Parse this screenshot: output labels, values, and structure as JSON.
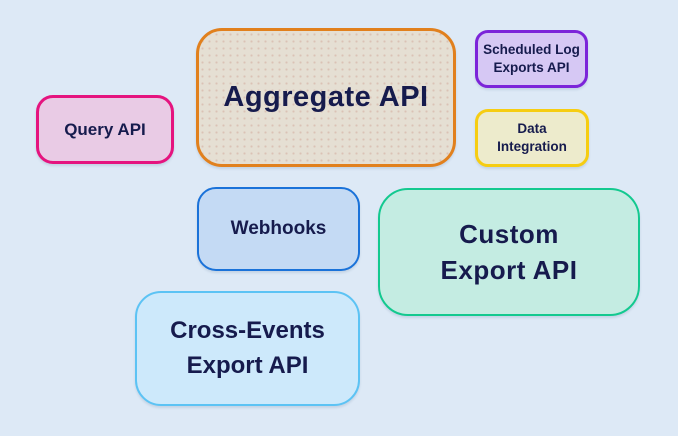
{
  "canvas": {
    "background_color": "#dde9f6",
    "text_color": "#161b4d"
  },
  "nodes": [
    {
      "id": "aggregate-api",
      "label": "Aggregate API",
      "fill": "#e5dfd3",
      "border": "#e1801d"
    },
    {
      "id": "query-api",
      "label": "Query API",
      "fill": "#e9cbe5",
      "border": "#e5147f"
    },
    {
      "id": "scheduled-log-exports-api",
      "label": "Scheduled Log\nExports API",
      "fill": "#d6c8f4",
      "border": "#7c24d9"
    },
    {
      "id": "data-integration",
      "label": "Data\nIntegration",
      "fill": "#edebcc",
      "border": "#f6cd12"
    },
    {
      "id": "webhooks",
      "label": "Webhooks",
      "fill": "#c4daf4",
      "border": "#1a72d9"
    },
    {
      "id": "custom-export-api",
      "label": "Custom\nExport API",
      "fill": "#c4ece2",
      "border": "#13c98f"
    },
    {
      "id": "cross-events-export-api",
      "label": "Cross-Events\nExport API",
      "fill": "#cde9fb",
      "border": "#5cc3f4"
    }
  ]
}
